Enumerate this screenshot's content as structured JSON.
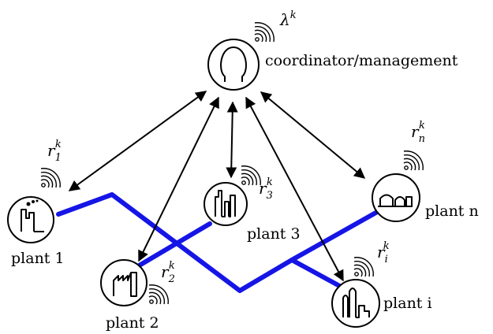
{
  "coordinator": {
    "label": "coordinator/management",
    "signal": {
      "base": "λ",
      "sup": "k"
    }
  },
  "plants": [
    {
      "id": "1",
      "label": "plant 1",
      "icon": "factory-chimney-icon",
      "signal": {
        "base": "r",
        "sup": "k",
        "sub": "1"
      }
    },
    {
      "id": "2",
      "label": "plant 2",
      "icon": "factory-sawtooth-icon",
      "signal": {
        "base": "r",
        "sup": "k",
        "sub": "2"
      }
    },
    {
      "id": "3",
      "label": "plant 3",
      "icon": "factory-towers-icon",
      "signal": {
        "base": "r",
        "sup": "k",
        "sub": "3"
      }
    },
    {
      "id": "n",
      "label": "plant n",
      "icon": "storage-tanks-icon",
      "signal": {
        "base": "r",
        "sup": "k",
        "sub": "n"
      }
    },
    {
      "id": "i",
      "label": "plant i",
      "icon": "refinery-icon",
      "signal": {
        "base": "r",
        "sup": "k",
        "sub": "i"
      }
    }
  ],
  "colors": {
    "grid": "#1515e6",
    "stroke": "#000000",
    "background": "#ffffff"
  }
}
